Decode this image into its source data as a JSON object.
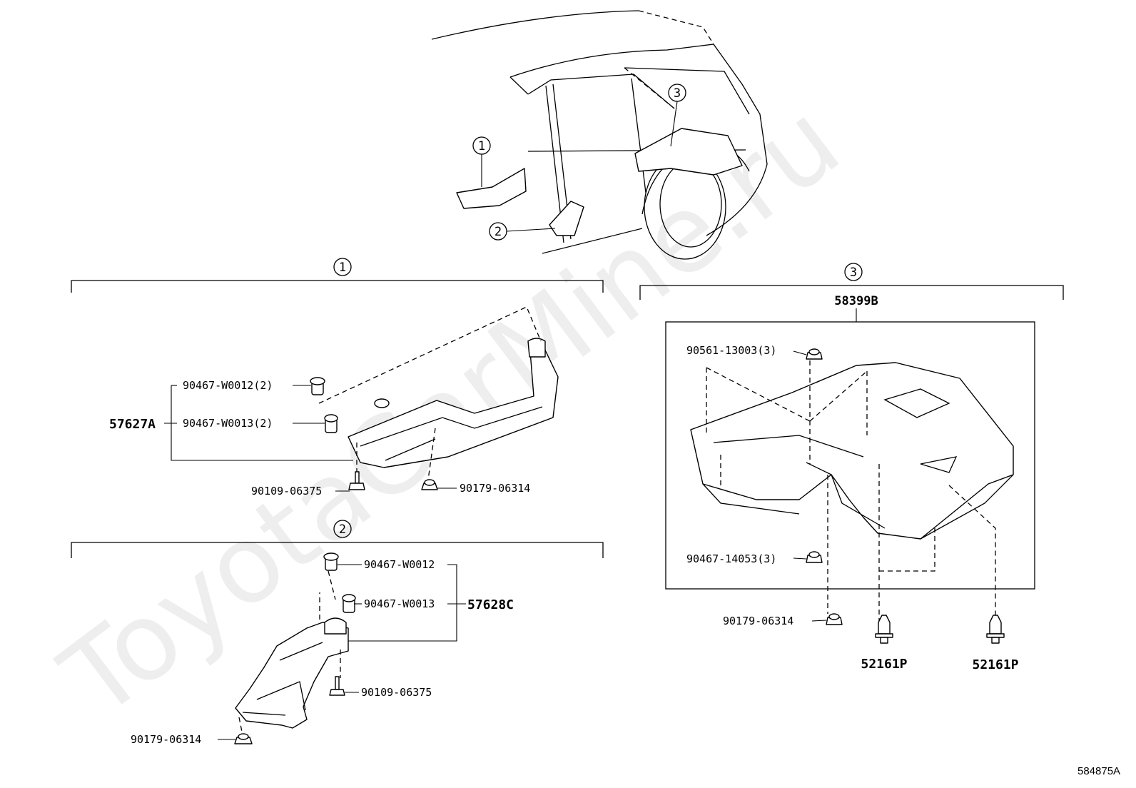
{
  "watermark": "ToyotaCarMine.ru",
  "diagram_code": "584875A",
  "overview": {
    "callouts": [
      "1",
      "2",
      "3"
    ]
  },
  "section1": {
    "number": "1",
    "assembly": "57627A",
    "parts": {
      "clip_a": "90467-W0012(2)",
      "clip_b": "90467-W0013(2)",
      "bolt": "90109-06375",
      "nut": "90179-06314"
    }
  },
  "section2": {
    "number": "2",
    "assembly": "57628C",
    "parts": {
      "clip_a": "90467-W0012",
      "clip_b": "90467-W0013",
      "bolt": "90109-06375",
      "nut": "90179-06314"
    }
  },
  "section3": {
    "number": "3",
    "assembly": "58399B",
    "parts": {
      "nut_top": "90561-13003(3)",
      "clip": "90467-14053(3)",
      "nut_bottom": "90179-06314",
      "fastener_left": "52161P",
      "fastener_right": "52161P"
    }
  }
}
